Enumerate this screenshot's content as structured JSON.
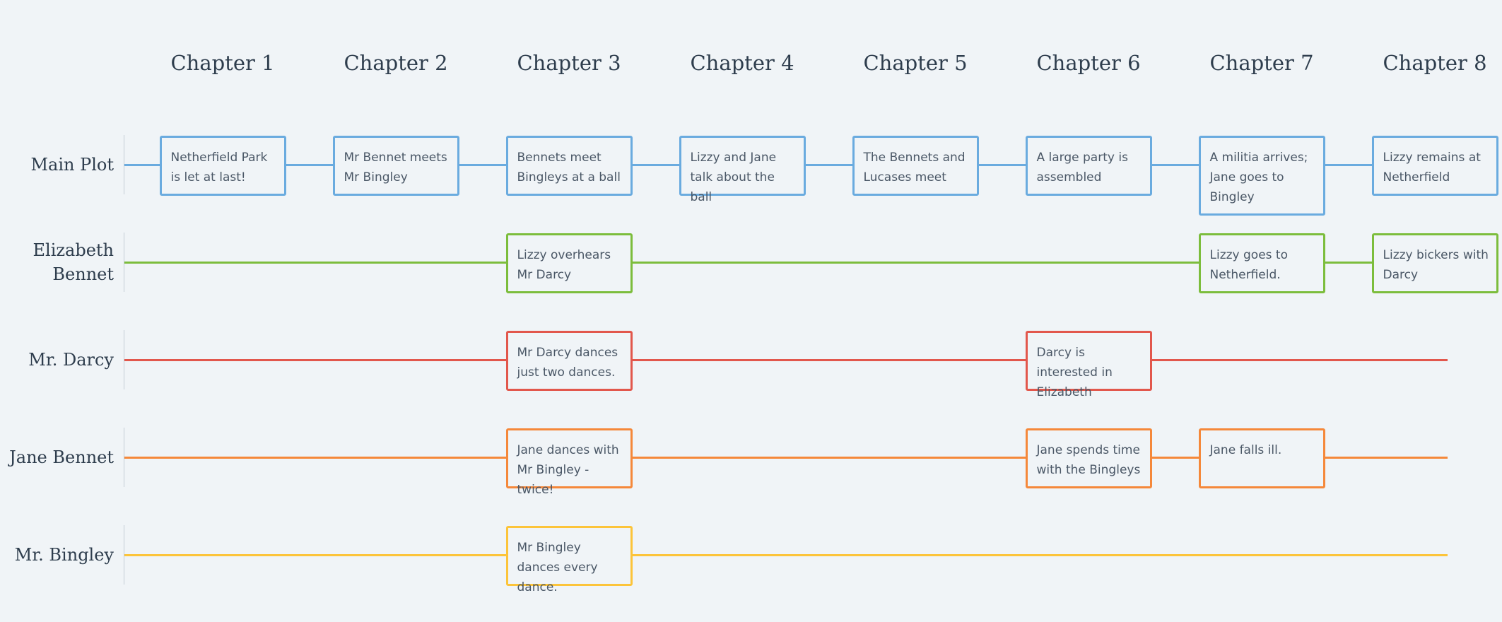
{
  "chapters": [
    "Chapter 1",
    "Chapter 2",
    "Chapter 3",
    "Chapter 4",
    "Chapter 5",
    "Chapter 6",
    "Chapter 7",
    "Chapter 8"
  ],
  "lanes": [
    {
      "id": "main-plot",
      "label": "Main Plot",
      "color": "#6aabdf",
      "cards": [
        {
          "chapter": 0,
          "text": "Netherfield Park is let at last!"
        },
        {
          "chapter": 1,
          "text": "Mr Bennet meets Mr Bingley"
        },
        {
          "chapter": 2,
          "text": "Bennets meet Bingleys at a ball"
        },
        {
          "chapter": 3,
          "text": "Lizzy and Jane talk about the ball"
        },
        {
          "chapter": 4,
          "text": "The Bennets and Lucases meet"
        },
        {
          "chapter": 5,
          "text": "A large party is assembled"
        },
        {
          "chapter": 6,
          "text": "A militia arrives; Jane goes to Bingley",
          "tall": true
        },
        {
          "chapter": 7,
          "text": "Lizzy remains at\nNetherfield",
          "clip": true
        }
      ]
    },
    {
      "id": "elizabeth-bennet",
      "label": "Elizabeth\nBennet",
      "color": "#7cbd3c",
      "cards": [
        {
          "chapter": 2,
          "text": "Lizzy overhears Mr Darcy"
        },
        {
          "chapter": 6,
          "text": "Lizzy goes to Netherfield."
        },
        {
          "chapter": 7,
          "text": "Lizzy bickers with\nDarcy",
          "clip": true
        }
      ]
    },
    {
      "id": "mr-darcy",
      "label": "Mr. Darcy",
      "color": "#e2574c",
      "cards": [
        {
          "chapter": 2,
          "text": "Mr Darcy dances just two dances."
        },
        {
          "chapter": 5,
          "text": "Darcy is interested in Elizabeth"
        }
      ]
    },
    {
      "id": "jane-bennet",
      "label": "Jane Bennet",
      "color": "#f5883a",
      "cards": [
        {
          "chapter": 2,
          "text": "Jane dances with Mr Bingley - twice!"
        },
        {
          "chapter": 5,
          "text": "Jane spends time with the Bingleys"
        },
        {
          "chapter": 6,
          "text": "Jane falls ill."
        }
      ]
    },
    {
      "id": "mr-bingley",
      "label": "Mr. Bingley",
      "color": "#fcc43a",
      "cards": [
        {
          "chapter": 2,
          "text": "Mr Bingley dances every dance."
        }
      ]
    }
  ]
}
